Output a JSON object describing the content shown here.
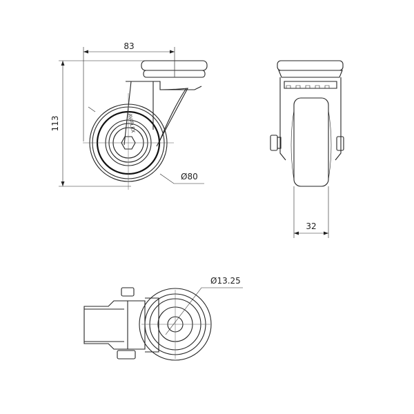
{
  "drawing": {
    "title": "Swivel castor dimension drawing",
    "dimensions": {
      "overall_width": "83",
      "overall_height": "113",
      "wheel_diameter": "Ø80",
      "wheel_width": "32",
      "bore_diameter": "Ø13.25"
    },
    "brand_mark": "AVIFLEX",
    "colors": {
      "line": "#222222",
      "background": "#ffffff"
    }
  }
}
